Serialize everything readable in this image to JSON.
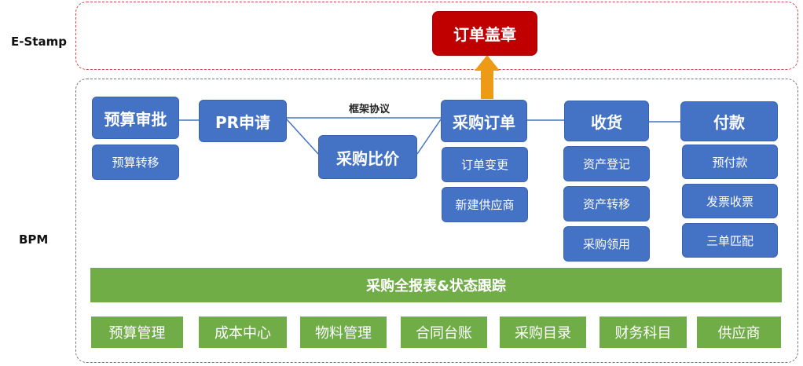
{
  "labels": {
    "estamp": "E-Stamp",
    "bpm": "BPM"
  },
  "estamp": {
    "order_stamp": "订单盖章"
  },
  "process": {
    "budget_approval": "预算审批",
    "budget_transfer": "预算转移",
    "pr_request": "PR申请",
    "framework_agreement": "框架协议",
    "price_comparison": "采购比价",
    "purchase_order": "采购订单",
    "order_change": "订单变更",
    "new_supplier": "新建供应商",
    "receiving": "收货",
    "asset_registration": "资产登记",
    "asset_transfer": "资产转移",
    "purchase_requisition": "采购领用",
    "payment": "付款",
    "prepayment": "预付款",
    "invoice_receipt": "发票收票",
    "three_way_match": "三单匹配"
  },
  "report_bar": "采购全报表&状态跟踪",
  "modules": [
    "预算管理",
    "成本中心",
    "物料管理",
    "合同台账",
    "采购目录",
    "财务科目",
    "供应商"
  ],
  "colors": {
    "blue": "#4472c4",
    "red": "#c00000",
    "green": "#70ad47",
    "arrow": "#ed9b16"
  }
}
